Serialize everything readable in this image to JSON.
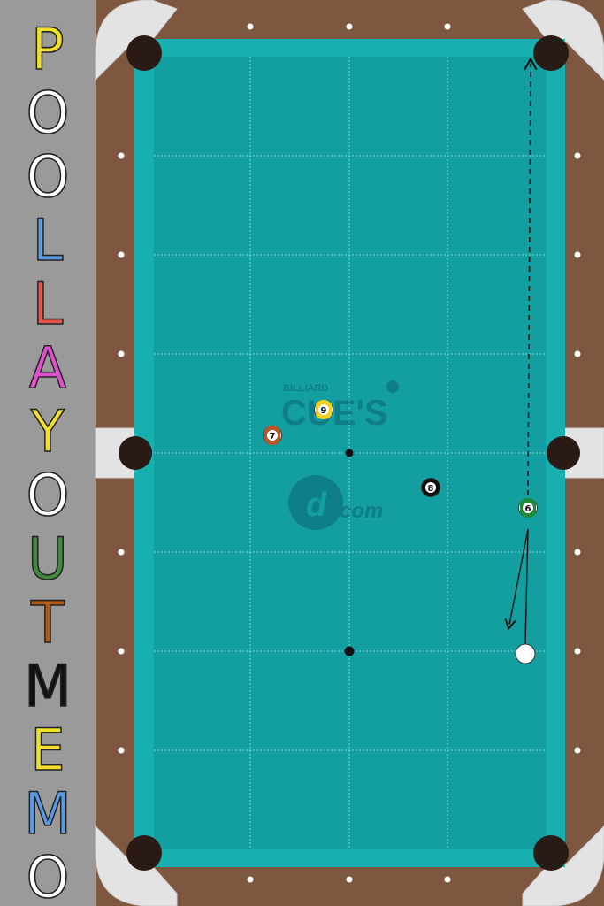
{
  "title": {
    "letters": [
      {
        "char": "P",
        "color": "#f1e02a"
      },
      {
        "char": "O",
        "color": "#ffffff"
      },
      {
        "char": "O",
        "color": "#ffffff"
      },
      {
        "char": "L",
        "color": "#5a9be6"
      },
      {
        "char": "L",
        "color": "#e3554a"
      },
      {
        "char": "A",
        "color": "#e24fd0"
      },
      {
        "char": "Y",
        "color": "#f1e02a"
      },
      {
        "char": "O",
        "color": "#ffffff"
      },
      {
        "char": "U",
        "color": "#3f8a3c"
      },
      {
        "char": "T",
        "color": "#b35a14"
      },
      {
        "char": "M",
        "color": "#111111"
      },
      {
        "char": "E",
        "color": "#f1e02a"
      },
      {
        "char": "M",
        "color": "#5a9be6"
      },
      {
        "char": "O",
        "color": "#ffffff"
      }
    ]
  },
  "watermark": {
    "small": "BILLIARD",
    "main": "CUE'S",
    "sub": "com"
  },
  "colors": {
    "cloth": "#139ea0",
    "cushion": "#17b0b0",
    "rail": "#7d5740",
    "pocket": "#2a1a15",
    "pocket_liner": "#e8e8e8",
    "diamond": "#ffffff"
  },
  "balls": [
    {
      "id": "cue",
      "label": "",
      "kind": "cue"
    },
    {
      "id": "six",
      "label": "6",
      "kind": "stripe",
      "color": "#1f8a3a"
    },
    {
      "id": "seven",
      "label": "7",
      "kind": "stripe",
      "color": "#b2582a"
    },
    {
      "id": "eight",
      "label": "8",
      "kind": "solid",
      "color": "#111111"
    },
    {
      "id": "nine",
      "label": "9",
      "kind": "stripe",
      "color": "#f0d020"
    }
  ],
  "shot": {
    "object_ball": "6",
    "object_ball_target": "top-right corner pocket",
    "object_ball_line": "dashed",
    "cue_ball_path": "solid, rebounds toward the left"
  }
}
